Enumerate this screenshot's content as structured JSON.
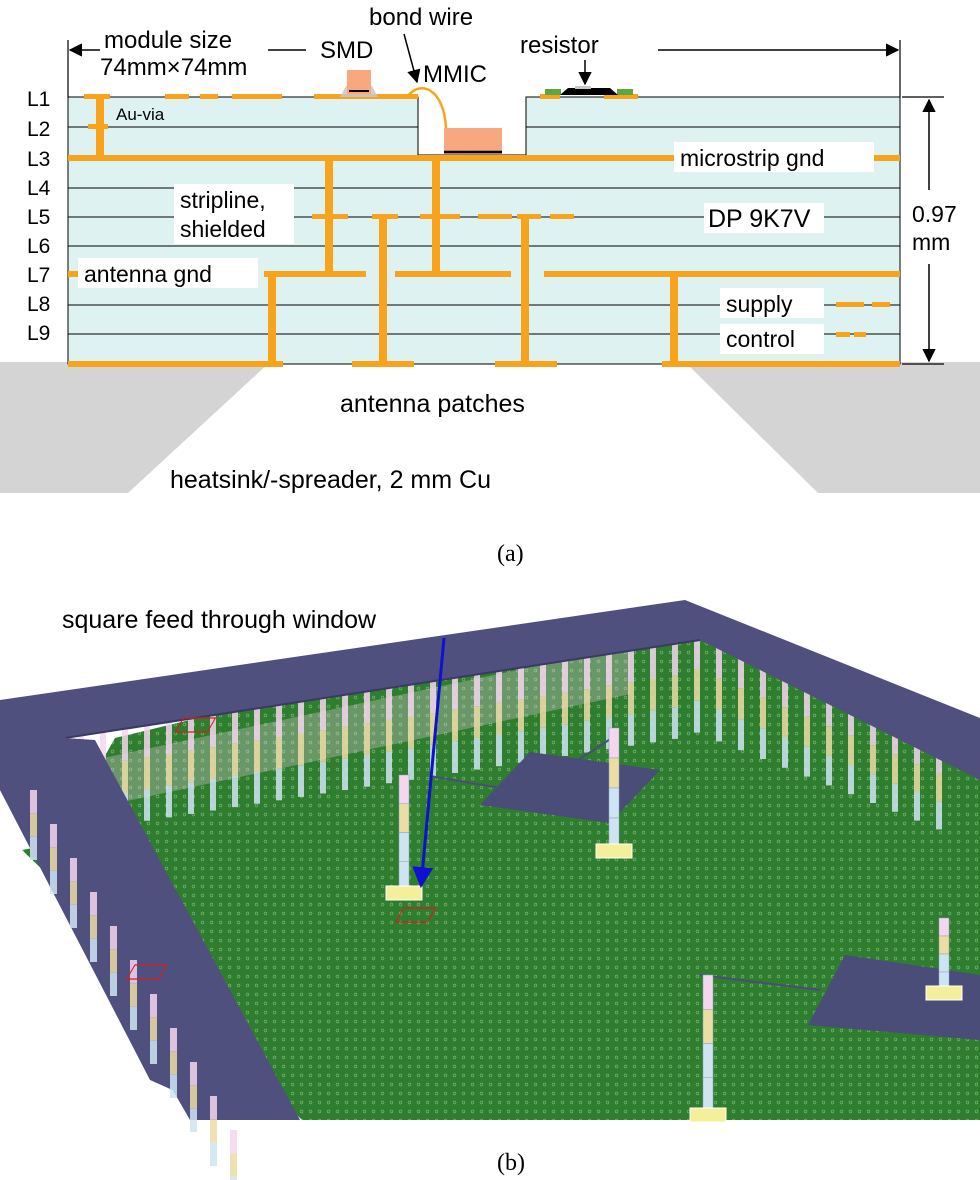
{
  "panel_a": {
    "caption": "(a)",
    "layers": [
      "L1",
      "L2",
      "L3",
      "L4",
      "L5",
      "L6",
      "L7",
      "L8",
      "L9"
    ],
    "labels": {
      "module_size_line1": "module size",
      "module_size_line2": "74mm×74mm",
      "smd": "SMD",
      "bond_wire": "bond wire",
      "mmic": "MMIC",
      "resistor": "resistor",
      "au_via": "Au-via",
      "microstrip_gnd": "microstrip gnd",
      "stripline_line1": "stripline,",
      "stripline_line2": "shielded",
      "material": "DP 9K7V",
      "thickness_value": "0.97",
      "thickness_unit": "mm",
      "antenna_gnd": "antenna gnd",
      "supply": "supply",
      "control": "control",
      "antenna_patches": "antenna patches",
      "heatsink": "heatsink/-spreader, 2 mm Cu"
    },
    "colors": {
      "substrate": "#def2f1",
      "copper": "#f7a41c",
      "heatsink": "#d4d4d4",
      "smd_body": "#f7a87e",
      "resistor_pad": "#5aa845"
    }
  },
  "panel_b": {
    "caption": "(b)",
    "annotation": "square feed through window",
    "colors": {
      "ground_plane": "#2f7d2f",
      "frame": "#50507e",
      "patch": "#4a4d78",
      "arrow": "#1010d0",
      "via_light": "#cfe4f2",
      "via_mid": "#ecdca6",
      "via_top": "#f5d6ef"
    }
  }
}
